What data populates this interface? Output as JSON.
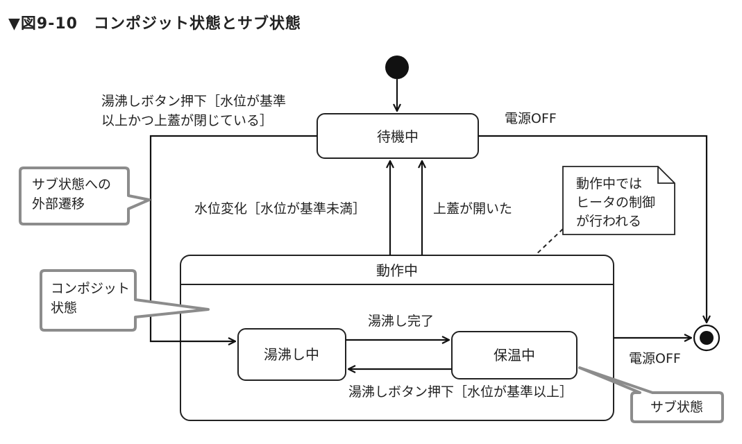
{
  "figure_title": "▼図9-10　コンポジット状態とサブ状態",
  "states": {
    "idle": "待機中",
    "operating": "動作中",
    "boiling": "湯沸し中",
    "keep_warm": "保温中"
  },
  "transitions": {
    "boil_button_line1": "湯沸しボタン押下［水位が基準",
    "boil_button_line2": "以上かつ上蓋が閉じている］",
    "power_off_top": "電源OFF",
    "water_level_change": "水位変化［水位が基準未満］",
    "lid_opened": "上蓋が開いた",
    "boil_complete": "湯沸し完了",
    "boil_button_inner": "湯沸しボタン押下［水位が基準以上］",
    "power_off_bottom": "電源OFF"
  },
  "notes": {
    "external_line1": "サブ状態への",
    "external_line2": "外部遷移",
    "composite_line1": "コンポジット",
    "composite_line2": "状態",
    "heater_line1": "動作中では",
    "heater_line2": "ヒータの制御",
    "heater_line3": "が行われる",
    "substate": "サブ状態"
  }
}
